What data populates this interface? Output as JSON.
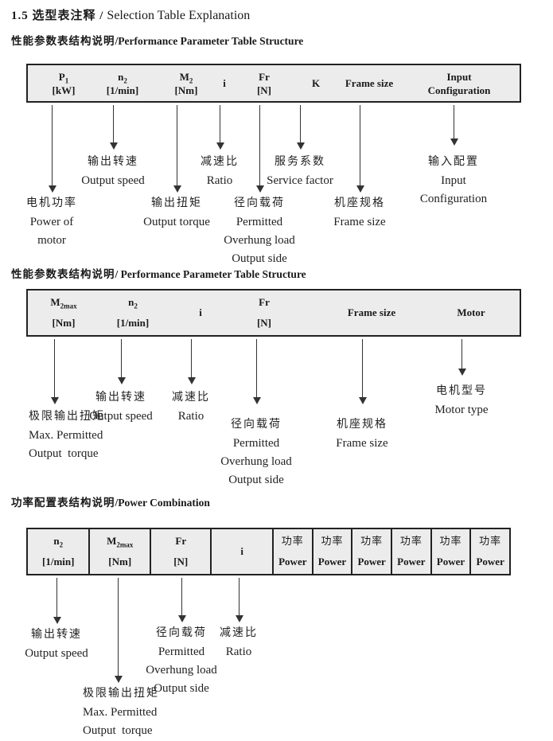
{
  "page_title": {
    "zh": "1.5 选型表注释 /",
    "en": " Selection Table Explanation"
  },
  "colors": {
    "table_bg": "#ececec",
    "table_border": "#222222",
    "arrow": "#333333",
    "text": "#1a1a1a"
  },
  "section1": {
    "heading_zh": "性能参数表结构说明",
    "heading_en": "/Performance Parameter Table Structure",
    "columns": [
      {
        "main": "P",
        "sub": "1",
        "unit": "[kW]"
      },
      {
        "main": "n",
        "sub": "2",
        "unit": "[1/min]"
      },
      {
        "main": "M",
        "sub": "2",
        "unit": "[Nm]"
      },
      {
        "main": "i"
      },
      {
        "main": "Fr",
        "unit": "[N]"
      },
      {
        "main": "K"
      },
      {
        "main": "Frame size"
      },
      {
        "main": "Input",
        "unit": "Configuration"
      }
    ],
    "labels": [
      {
        "lines": [
          "电机功率",
          "Power of",
          "motor"
        ]
      },
      {
        "lines": [
          "输出转速",
          "Output speed"
        ]
      },
      {
        "lines": [
          "输出扭矩",
          "Output torque"
        ]
      },
      {
        "lines": [
          "减速比",
          "Ratio"
        ]
      },
      {
        "lines": [
          "径向载荷",
          "Permitted",
          "Overhung load",
          "Output side"
        ]
      },
      {
        "lines": [
          "服务系数",
          "Service factor"
        ]
      },
      {
        "lines": [
          "机座规格",
          "Frame size"
        ]
      },
      {
        "lines": [
          "输入配置",
          "Input",
          "Configuration"
        ]
      }
    ]
  },
  "section2": {
    "heading_zh": "性能参数表结构说明",
    "heading_en": "/ Performance Parameter Table Structure",
    "columns": [
      {
        "main": "M",
        "sub": "2max",
        "unit": "[Nm]"
      },
      {
        "main": "n",
        "sub": "2",
        "unit": "[1/min]"
      },
      {
        "main": "i"
      },
      {
        "main": "Fr",
        "unit": "[N]"
      },
      {
        "main": "Frame size"
      },
      {
        "main": "Motor"
      }
    ],
    "labels": [
      {
        "lines": [
          "极限输出扭矩",
          "Max. Permitted",
          "Output  torque"
        ]
      },
      {
        "lines": [
          "输出转速",
          "Output speed"
        ]
      },
      {
        "lines": [
          "减速比",
          "Ratio"
        ]
      },
      {
        "lines": [
          "径向载荷",
          "Permitted",
          "Overhung load",
          "Output side"
        ]
      },
      {
        "lines": [
          "机座规格",
          "Frame size"
        ]
      },
      {
        "lines": [
          "电机型号",
          "Motor type"
        ]
      }
    ]
  },
  "section3": {
    "heading_zh": "功率配置表结构说明",
    "heading_en": "/Power Combination",
    "columns": [
      {
        "main": "n",
        "sub": "2",
        "unit": "[1/min]"
      },
      {
        "main": "M",
        "sub": "2max",
        "unit": "[Nm]"
      },
      {
        "main": "Fr",
        "unit": "[N]"
      },
      {
        "main": "i"
      }
    ],
    "power_cell": {
      "zh": "功率",
      "en": "Power"
    },
    "power_cell_count": 6,
    "labels": [
      {
        "lines": [
          "输出转速",
          "Output speed"
        ]
      },
      {
        "lines": [
          "极限输出扭矩",
          "Max. Permitted",
          "Output  torque"
        ]
      },
      {
        "lines": [
          "径向载荷",
          "Permitted",
          "Overhung load",
          "Output side"
        ]
      },
      {
        "lines": [
          "减速比",
          "Ratio"
        ]
      }
    ]
  }
}
